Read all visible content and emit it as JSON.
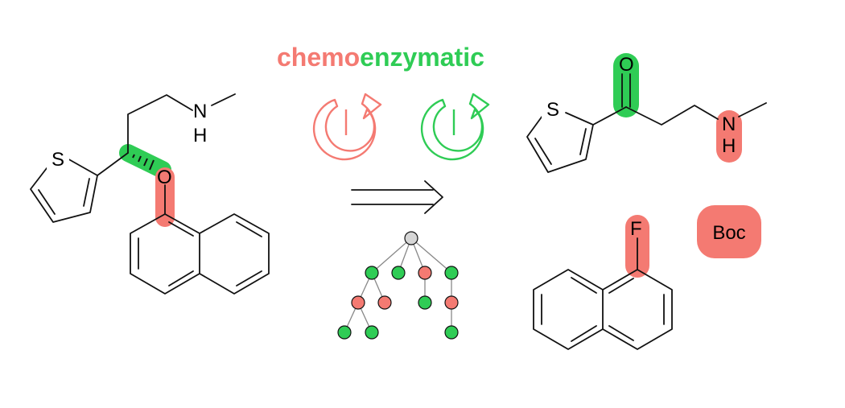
{
  "title": {
    "part1": "chemo",
    "part2": "enzymatic"
  },
  "colors": {
    "chemo": "#f47a72",
    "enzymatic": "#2fcc55",
    "neutral": "#d6d6d6"
  },
  "target": {
    "atoms": {
      "sulfur": "S",
      "nitrogen": "N",
      "hydrogen": "H",
      "oxygen": "O"
    }
  },
  "precursor_ketone": {
    "atoms": {
      "sulfur": "S",
      "oxygen": "O",
      "nitrogen": "N",
      "hydrogen": "H"
    }
  },
  "precursor_aryl": {
    "atoms": {
      "fluorine": "F"
    }
  },
  "protecting_group": {
    "label": "Boc"
  },
  "icons": {
    "chemo_cycle": "chemo-cycle-icon",
    "enzymatic_cycle": "enzymatic-cycle-icon",
    "retrosynthesis_arrow": "retrosynthesis-arrow-icon",
    "route_tree": "route-tree-icon"
  },
  "route_tree": {
    "nodes": [
      {
        "id": "root",
        "kind": "neutral"
      },
      {
        "id": "a",
        "kind": "enzymatic"
      },
      {
        "id": "b",
        "kind": "enzymatic"
      },
      {
        "id": "c",
        "kind": "chemo"
      },
      {
        "id": "d",
        "kind": "enzymatic"
      },
      {
        "id": "a1",
        "kind": "chemo"
      },
      {
        "id": "a2",
        "kind": "chemo"
      },
      {
        "id": "c1",
        "kind": "enzymatic"
      },
      {
        "id": "d1",
        "kind": "chemo"
      },
      {
        "id": "a1a",
        "kind": "enzymatic"
      },
      {
        "id": "a1b",
        "kind": "enzymatic"
      },
      {
        "id": "d1a",
        "kind": "enzymatic"
      }
    ],
    "edges": [
      [
        "root",
        "a"
      ],
      [
        "root",
        "b"
      ],
      [
        "root",
        "c"
      ],
      [
        "root",
        "d"
      ],
      [
        "a",
        "a1"
      ],
      [
        "a",
        "a2"
      ],
      [
        "c",
        "c1"
      ],
      [
        "d",
        "d1"
      ],
      [
        "a1",
        "a1a"
      ],
      [
        "a1",
        "a1b"
      ],
      [
        "d1",
        "d1a"
      ]
    ]
  }
}
